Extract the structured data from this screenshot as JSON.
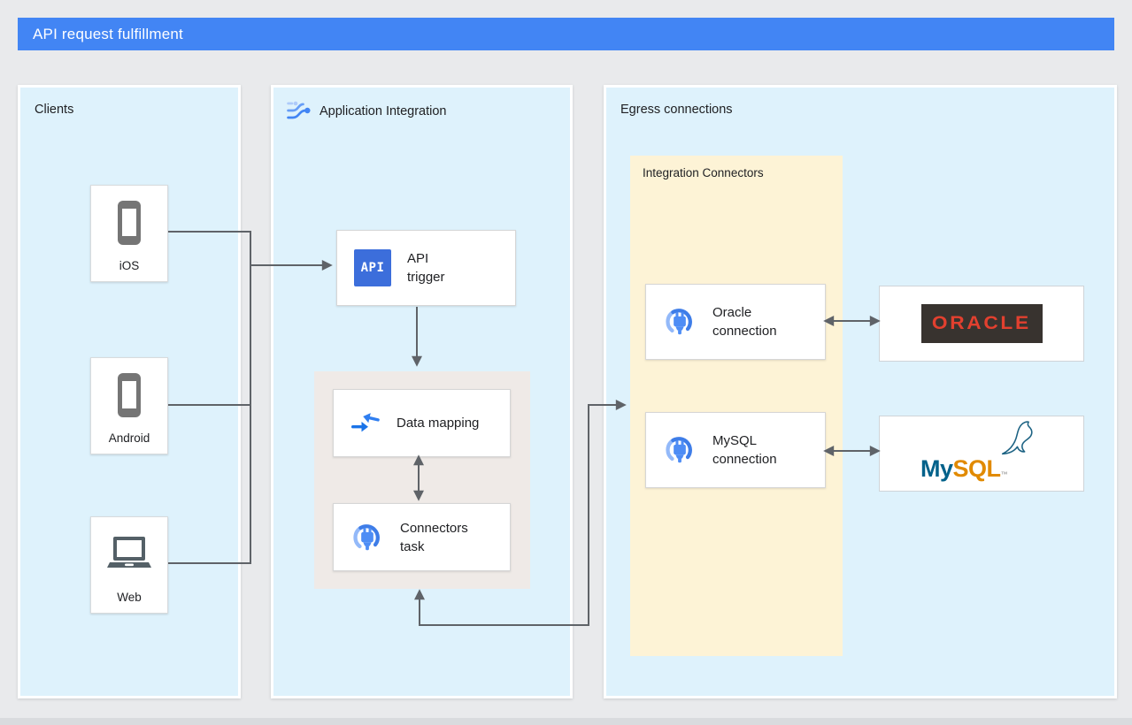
{
  "header": {
    "title": "API request fulfillment"
  },
  "panels": {
    "clients": {
      "title": "Clients",
      "items": [
        {
          "label": "iOS",
          "icon": "smartphone-icon"
        },
        {
          "label": "Android",
          "icon": "smartphone-icon"
        },
        {
          "label": "Web",
          "icon": "laptop-icon"
        }
      ]
    },
    "application_integration": {
      "title": "Application Integration",
      "nodes": {
        "api_trigger": {
          "label": "API trigger",
          "chip_text": "API"
        },
        "data_mapping": {
          "label": "Data mapping"
        },
        "connectors_task": {
          "label": "Connectors task"
        }
      }
    },
    "egress": {
      "title": "Egress connections",
      "integration_connectors": {
        "title": "Integration Connectors",
        "nodes": {
          "oracle_connection": {
            "label": "Oracle connection"
          },
          "mysql_connection": {
            "label": "MySQL connection"
          }
        }
      },
      "targets": {
        "oracle": {
          "wordmark": "ORACLE"
        },
        "mysql": {
          "word_my": "My",
          "word_sql": "SQL",
          "trademark": "™"
        }
      }
    }
  },
  "colors": {
    "header_blue": "#4285F4",
    "panel_blue": "#DEF2FC",
    "container_gray": "#EFEAE7",
    "connectors_yellow": "#FDF3D6",
    "wire_gray": "#5F6368",
    "api_chip_blue": "#3C6EDB",
    "oracle_red": "#E2402F",
    "oracle_plate": "#38332F",
    "mysql_teal": "#00618A",
    "mysql_orange": "#E18A00",
    "device_gray": "#757575"
  }
}
